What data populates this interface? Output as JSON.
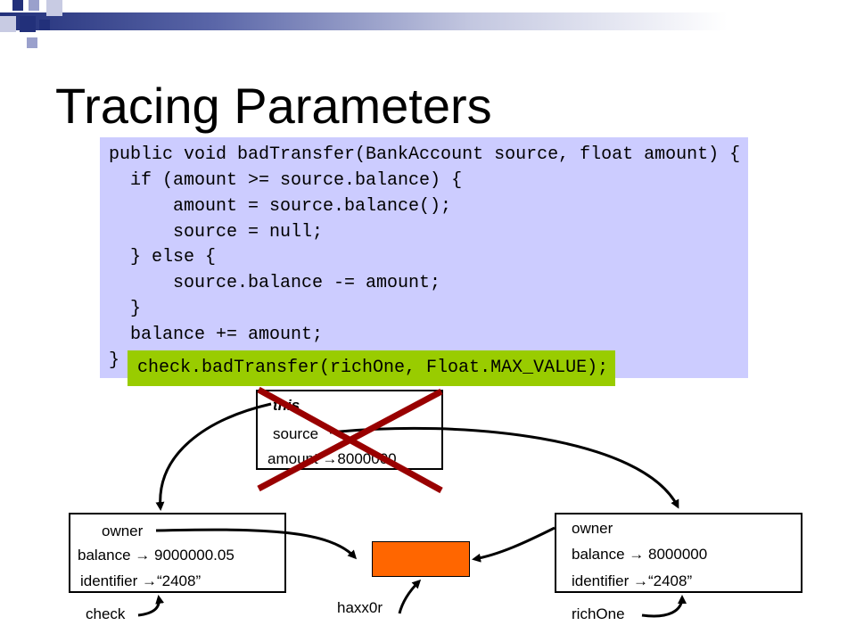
{
  "slide": {
    "title": "Tracing Parameters"
  },
  "code": {
    "lines": [
      "public void badTransfer(BankAccount source, float amount) {",
      "  if (amount >= source.balance) {",
      "    amount = source.balance();",
      "    source = null;",
      "  } else {",
      "    source.balance -= amount;",
      "  }",
      "  balance += amount;",
      "}"
    ],
    "call": "check.badTransfer(richOne, Float.MAX_VALUE);"
  },
  "frame": {
    "this_label": "this",
    "source_label": "source",
    "amount_label": "amount →8000000"
  },
  "check_object": {
    "owner_label": "owner",
    "balance_label": "balance  →  9000000.05",
    "identifier_label": "identifier  →“2408”",
    "variable_name": "check"
  },
  "richone_object": {
    "owner_label": "owner",
    "balance_label": "balance  →  8000000",
    "identifier_label": "identifier →“2408”",
    "variable_name": "richOne"
  },
  "haxx_object": {
    "variable_name": "haxx0r"
  },
  "colors": {
    "code_background": "#ccccff",
    "call_background": "#99cc00",
    "haxx_fill": "#ff6600",
    "cross": "#990000",
    "header_dark": "#22307a"
  }
}
